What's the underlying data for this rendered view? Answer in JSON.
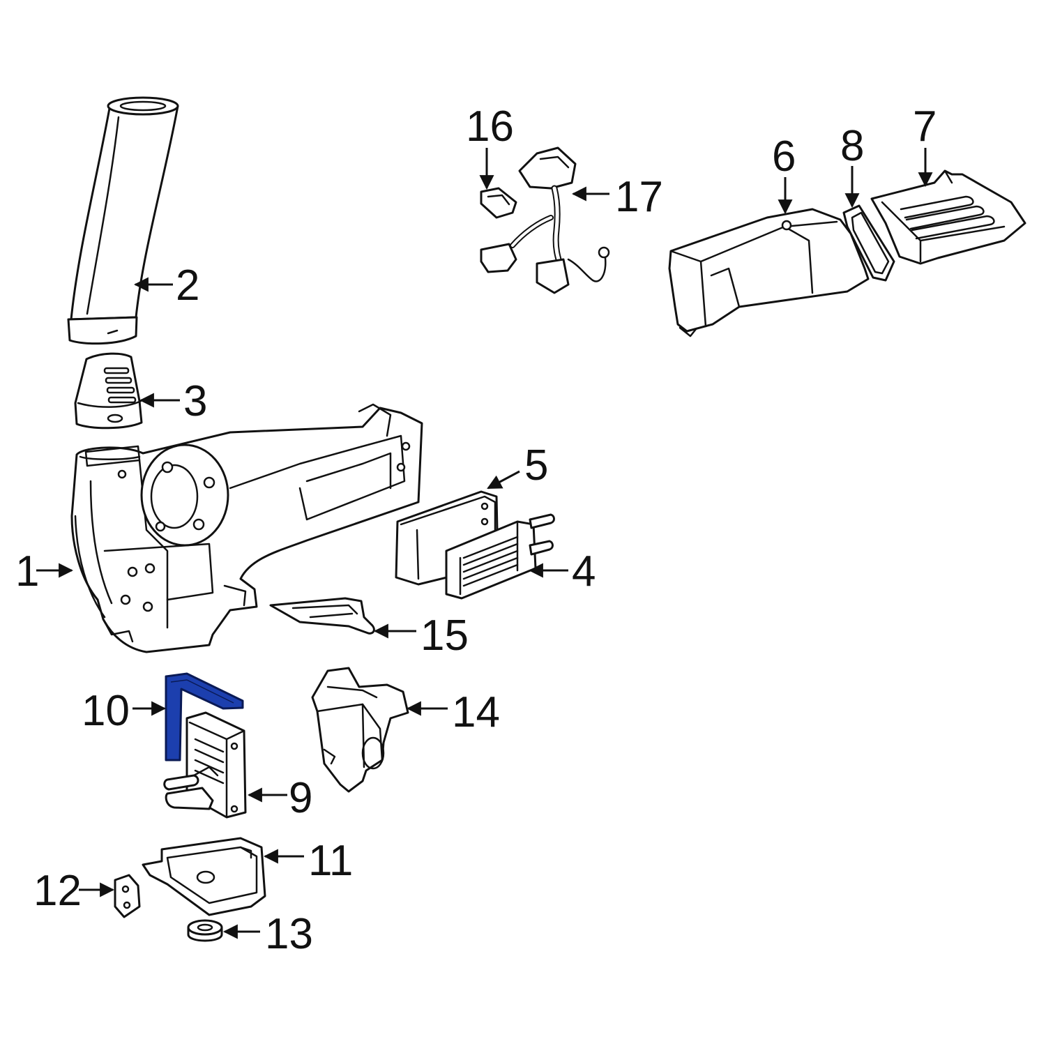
{
  "diagram": {
    "highlight_color": "#1c3fae",
    "line_color": "#111111",
    "background": "#ffffff",
    "highlighted_part": "10",
    "callouts": [
      {
        "id": "1",
        "label": "1"
      },
      {
        "id": "2",
        "label": "2"
      },
      {
        "id": "3",
        "label": "3"
      },
      {
        "id": "4",
        "label": "4"
      },
      {
        "id": "5",
        "label": "5"
      },
      {
        "id": "6",
        "label": "6"
      },
      {
        "id": "7",
        "label": "7"
      },
      {
        "id": "8",
        "label": "8"
      },
      {
        "id": "9",
        "label": "9"
      },
      {
        "id": "10",
        "label": "10"
      },
      {
        "id": "11",
        "label": "11"
      },
      {
        "id": "12",
        "label": "12"
      },
      {
        "id": "13",
        "label": "13"
      },
      {
        "id": "14",
        "label": "14"
      },
      {
        "id": "15",
        "label": "15"
      },
      {
        "id": "16",
        "label": "16"
      },
      {
        "id": "17",
        "label": "17"
      }
    ]
  }
}
